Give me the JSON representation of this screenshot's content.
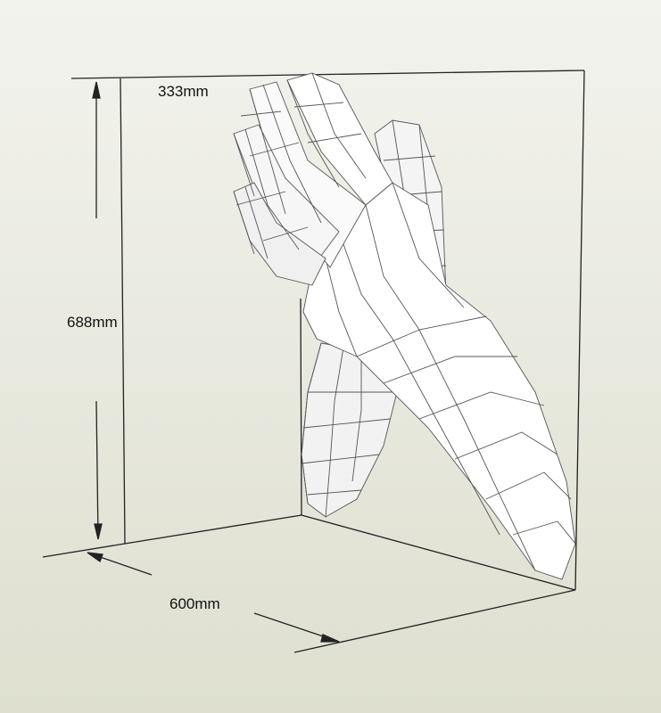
{
  "viewer": {
    "dimensions": {
      "depth": "333mm",
      "height": "688mm",
      "width": "600mm"
    },
    "model": "praying-hands-wireframe"
  },
  "colors": {
    "line": "#222222",
    "mesh": "#555555",
    "fill": "#ffffff",
    "shade": "#d8d8d8"
  }
}
